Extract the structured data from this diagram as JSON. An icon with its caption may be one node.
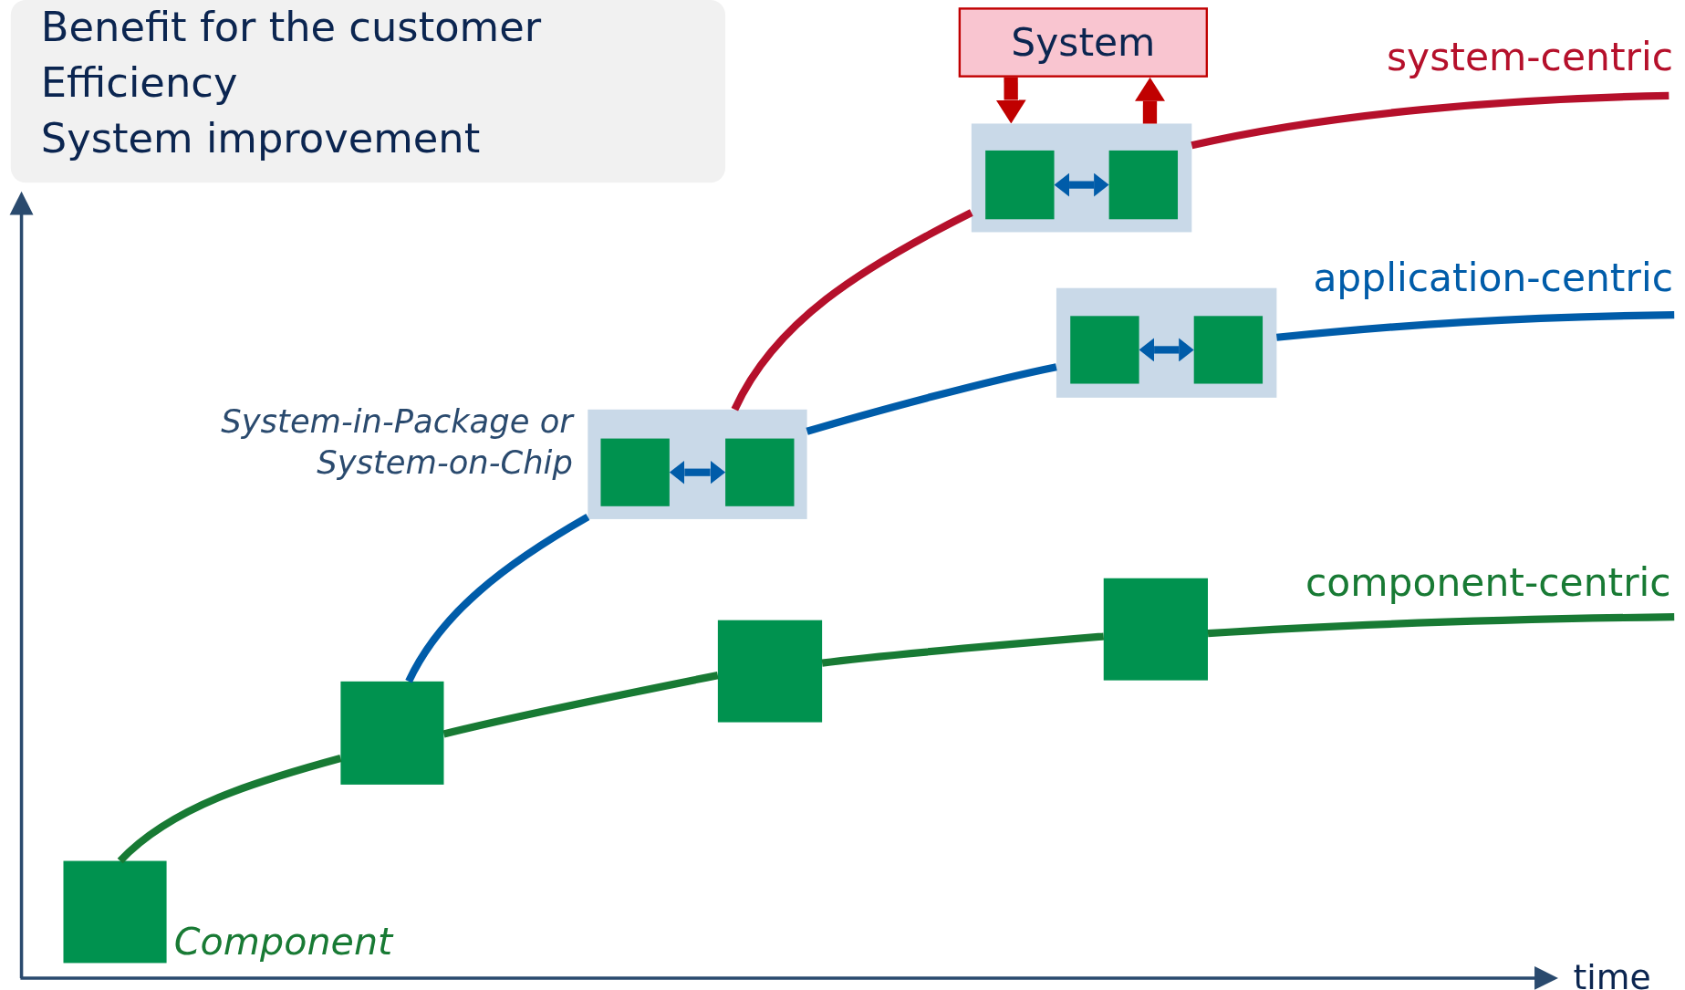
{
  "diagram": {
    "nodes": [
      {
        "text": [
          "Benefit for the customer",
          "Efficiency",
          "System improvement"
        ]
      },
      {
        "text": [],
        "shape": "box",
        "beside": [
          "Component"
        ]
      },
      {
        "text": [],
        "shape": "box"
      },
      {
        "text": [],
        "shape": "box"
      },
      {
        "text": [],
        "shape": "box"
      },
      {
        "text": [],
        "shape": "box",
        "beside": [
          "System-in-Package or System-on-Chip"
        ]
      },
      {
        "text": [],
        "shape": "box",
        "in": 5
      },
      {
        "text": [],
        "shape": "box",
        "in": 5
      },
      {
        "text": [],
        "shape": "box"
      },
      {
        "text": [],
        "shape": "box",
        "in": 8
      },
      {
        "text": [],
        "shape": "box",
        "in": 8
      },
      {
        "text": [],
        "shape": "box"
      },
      {
        "text": [],
        "shape": "box",
        "in": 11
      },
      {
        "text": [],
        "shape": "box",
        "in": 11
      },
      {
        "text": [
          "System"
        ]
      }
    ],
    "edges": [
      {
        "from": 1,
        "to": 2,
        "arrow": "none",
        "color": "#187a34"
      },
      {
        "from": 2,
        "to": 3,
        "arrow": "none",
        "color": "#187a34"
      },
      {
        "from": 3,
        "to": 4,
        "arrow": "none",
        "color": "#187a34"
      },
      {
        "from": 4,
        "to": null,
        "arrow": "none",
        "color": "#187a34"
      },
      {
        "from": 2,
        "to": 5,
        "arrow": "none",
        "color": "#005ca9"
      },
      {
        "from": 5,
        "to": 8,
        "arrow": "none",
        "color": "#005ca9"
      },
      {
        "from": 8,
        "to": null,
        "arrow": "none",
        "color": "#005ca9"
      },
      {
        "from": 5,
        "to": 11,
        "arrow": "none",
        "color": "#b5102b"
      },
      {
        "from": 11,
        "to": null,
        "arrow": "none",
        "color": "#b5102b"
      },
      {
        "from": 6,
        "to": 7,
        "arrow": "both",
        "color": "#005ca9"
      },
      {
        "from": 9,
        "to": 10,
        "arrow": "both",
        "color": "#005ca9"
      },
      {
        "from": 12,
        "to": 13,
        "arrow": "both",
        "color": "#005ca9"
      },
      {
        "from": 14,
        "to": 11,
        "arrow": "to",
        "style": "thick",
        "color": "#c00000"
      },
      {
        "from": 11,
        "to": 14,
        "arrow": "to",
        "style": "thick",
        "color": "#c00000"
      }
    ],
    "labels": [
      "system-centric",
      "application-centric",
      "component-centric",
      "time"
    ]
  }
}
